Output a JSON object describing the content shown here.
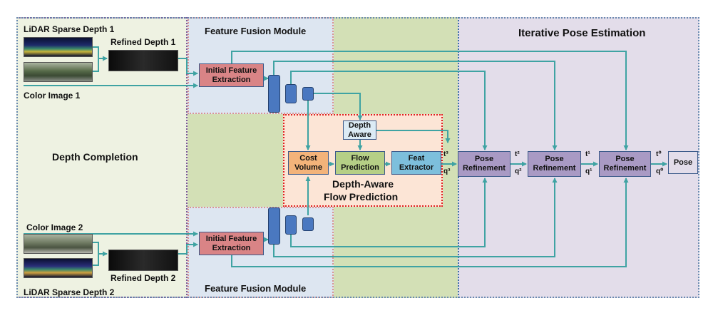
{
  "regions": {
    "depth_completion": "Depth Completion",
    "feature_fusion_top": "Feature Fusion Module",
    "feature_fusion_bottom": "Feature Fusion Module",
    "iterative_pose": "Iterative Pose Estimation",
    "flow_prediction_line1": "Depth-Aware",
    "flow_prediction_line2": "Flow Prediction"
  },
  "inputs": {
    "lidar1": "LiDAR Sparse Depth 1",
    "color1": "Color Image 1",
    "refined1": "Refined Depth 1",
    "color2": "Color Image 2",
    "lidar2": "LiDAR Sparse Depth 2",
    "refined2": "Refined Depth 2"
  },
  "blocks": {
    "init_feat_top": [
      "Initial Feature",
      "Extraction"
    ],
    "init_feat_bottom": [
      "Initial Feature",
      "Extraction"
    ],
    "depth_aware": [
      "Depth",
      "Aware"
    ],
    "cost_volume": [
      "Cost",
      "Volume"
    ],
    "flow_prediction": [
      "Flow",
      "Prediction"
    ],
    "feat_extractor": [
      "Feat",
      "Extractor"
    ],
    "pose_refine_1": [
      "Pose",
      "Refinement"
    ],
    "pose_refine_2": [
      "Pose",
      "Refinement"
    ],
    "pose_refine_3": [
      "Pose",
      "Refinement"
    ],
    "pose": "Pose"
  },
  "symbols": {
    "t3": "t³",
    "q3": "q³",
    "t2": "t²",
    "q2": "q²",
    "t1": "t¹",
    "q1": "q¹",
    "t0": "t⁰",
    "q0": "q⁰"
  },
  "colors": {
    "depth_completion_bg": "#eef2e2",
    "feature_fusion_bg": "#dde6f1",
    "middle_green_bg": "#d3e0b6",
    "pose_bg": "#e3ddea",
    "flow_bg": "#fce5d6",
    "arrow": "#3fa3a3",
    "init_feat": "#d98486",
    "cost_volume": "#f3b37a",
    "flow_pred": "#b5cf86",
    "feat_extractor": "#7dbfdc",
    "pose_refine": "#a99ac4",
    "depth_aware": "#dcebf5"
  }
}
